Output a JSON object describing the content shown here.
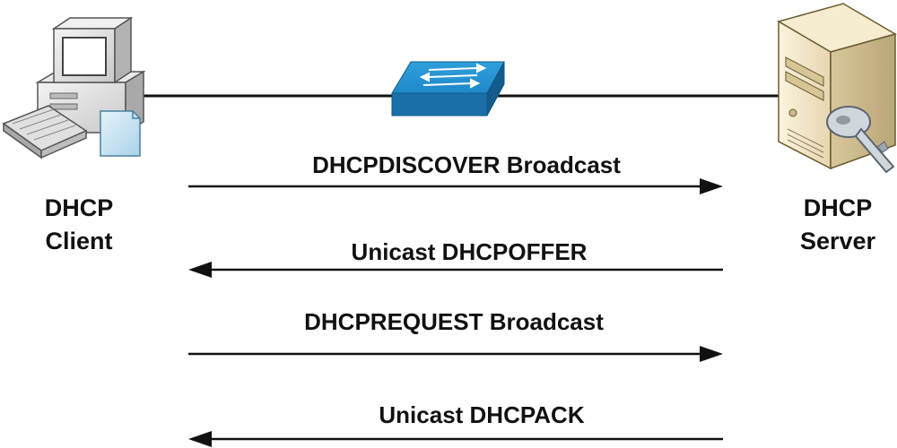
{
  "client": {
    "line1": "DHCP",
    "line2": "Client",
    "icon": "desktop-computer-icon"
  },
  "server": {
    "line1": "DHCP",
    "line2": "Server",
    "icon": "server-with-key-icon"
  },
  "switch": {
    "icon": "network-switch-icon",
    "color": "#1e88c8"
  },
  "messages": [
    {
      "label": "DHCPDISCOVER Broadcast",
      "direction": "client-to-server"
    },
    {
      "label": "Unicast DHCPOFFER",
      "direction": "server-to-client"
    },
    {
      "label": "DHCPREQUEST Broadcast",
      "direction": "client-to-server"
    },
    {
      "label": "Unicast DHCPACK",
      "direction": "server-to-client"
    }
  ],
  "colors": {
    "line": "#111111",
    "text": "#111111"
  }
}
